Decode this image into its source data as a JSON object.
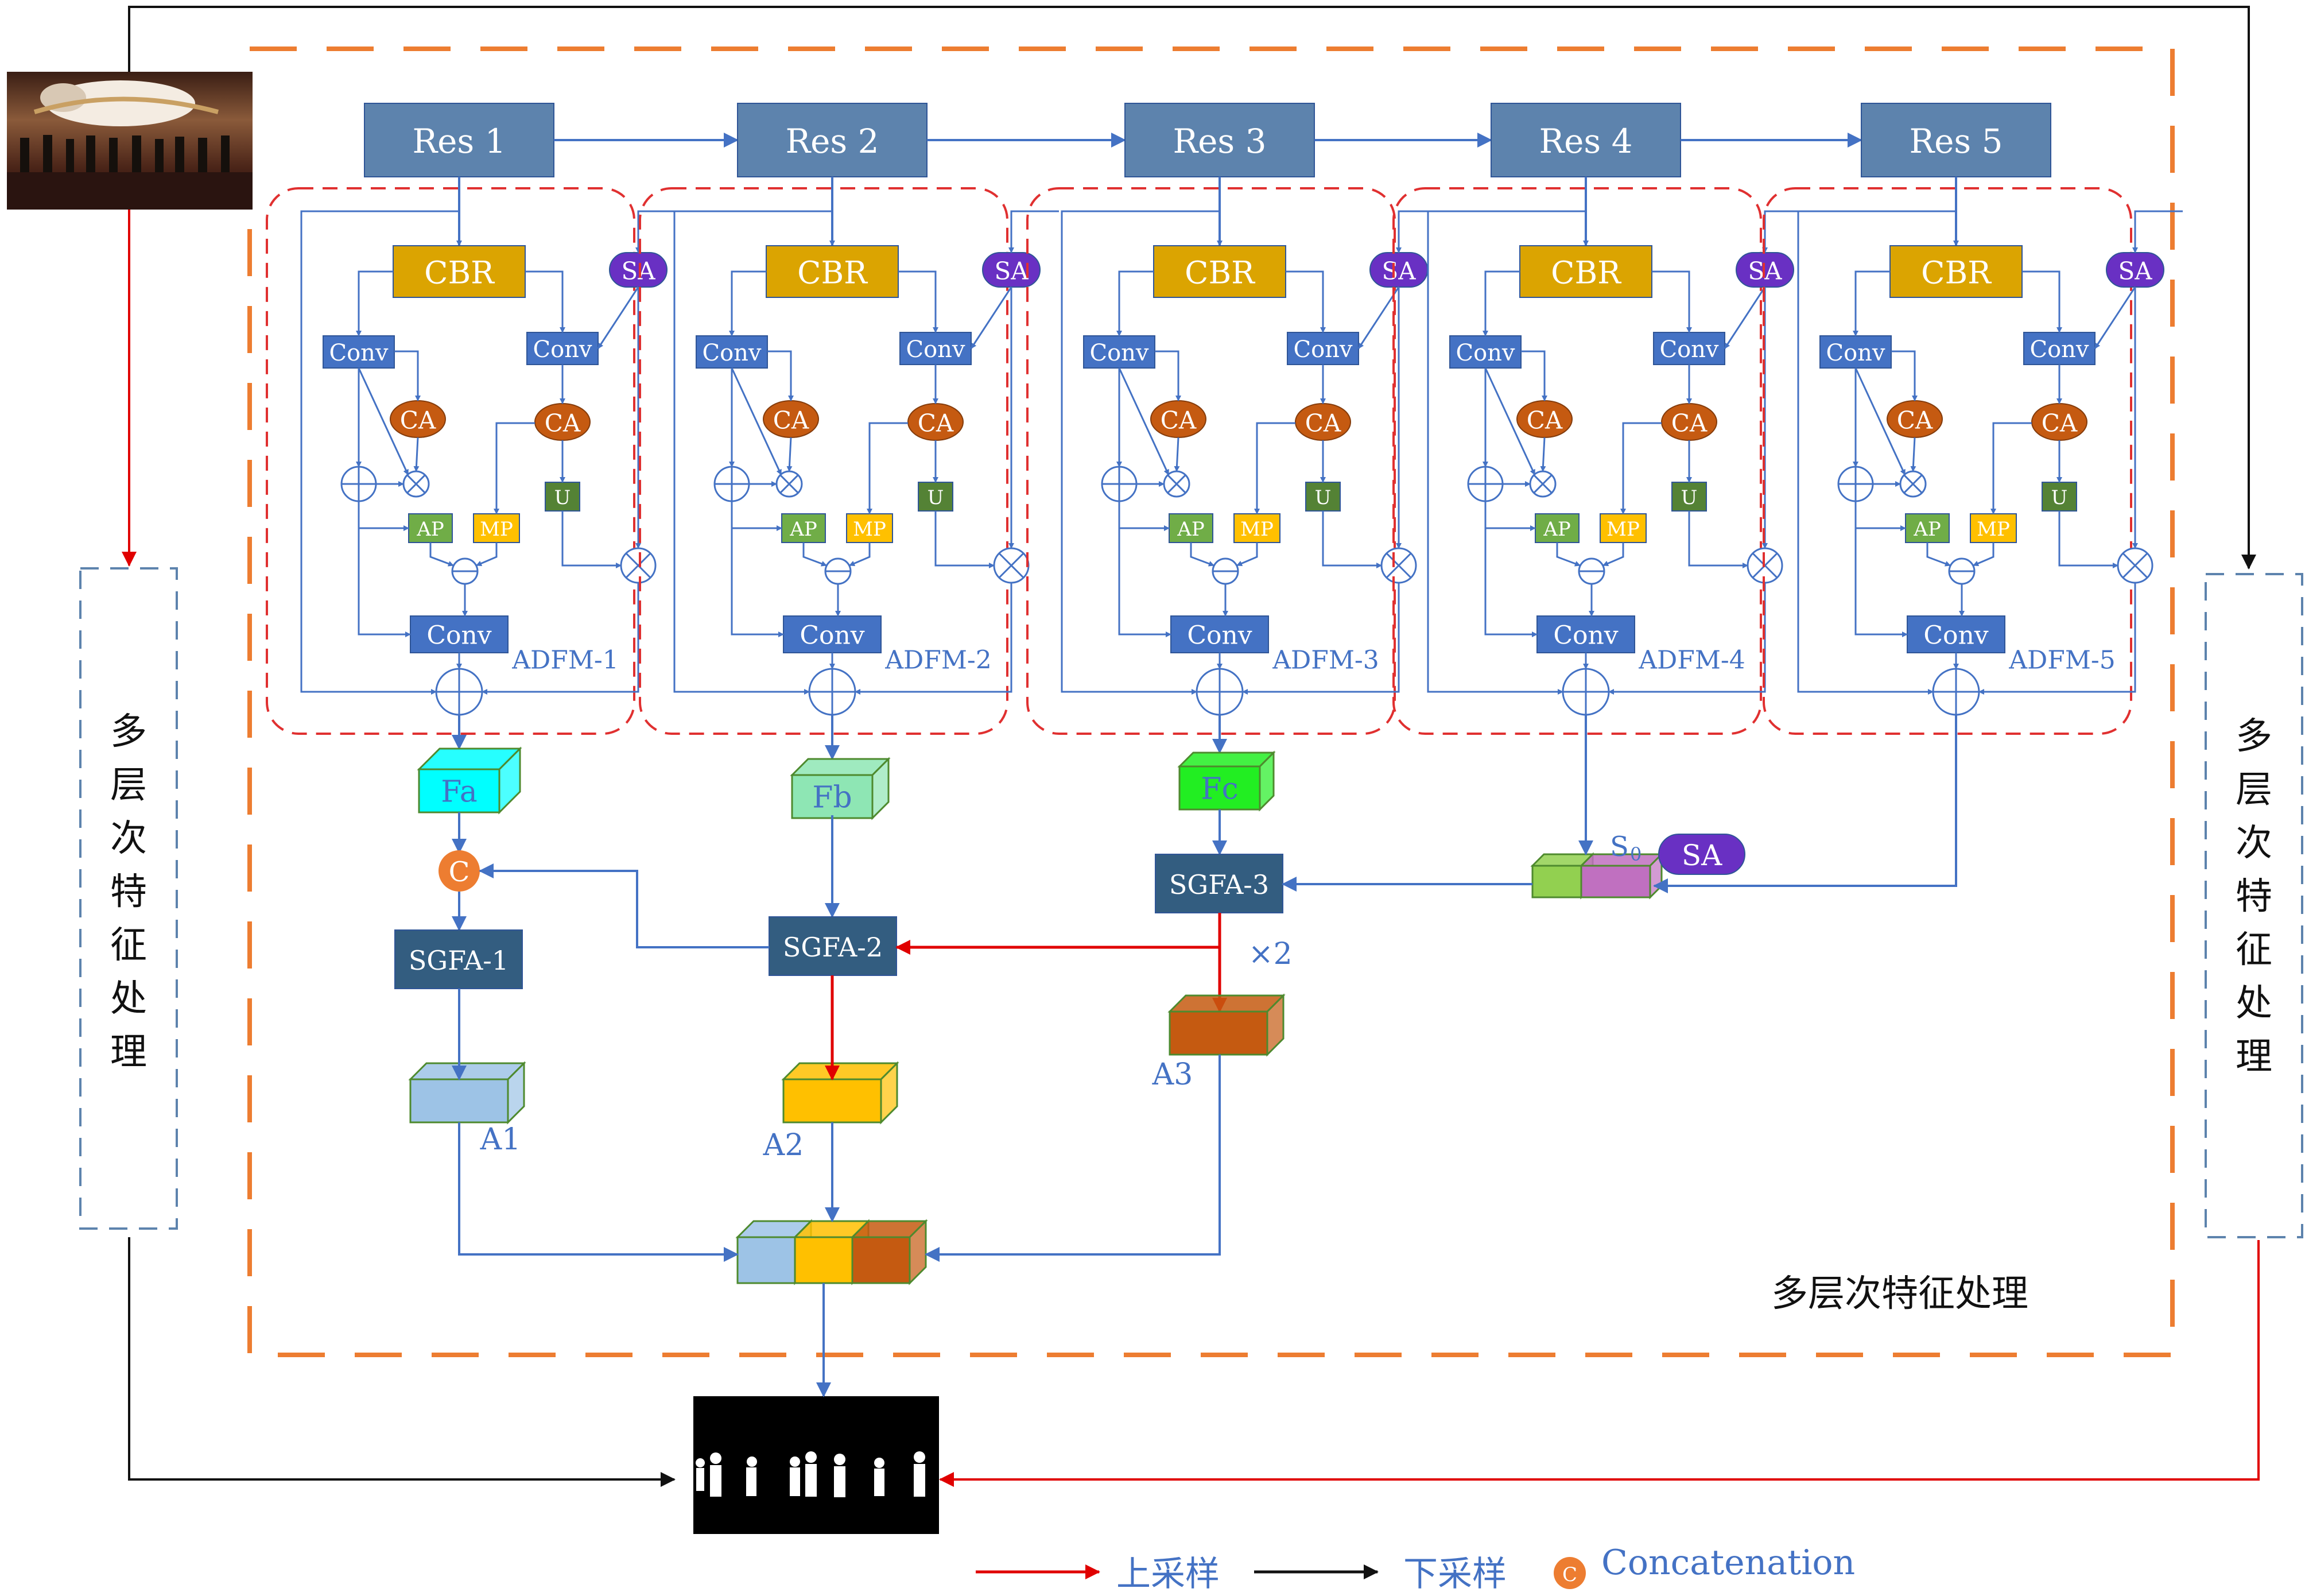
{
  "res_blocks": [
    "Res 1",
    "Res 2",
    "Res 3",
    "Res 4",
    "Res 5"
  ],
  "adfm_labels": [
    "ADFM-1",
    "ADFM-2",
    "ADFM-3",
    "ADFM-4",
    "ADFM-5"
  ],
  "module_text": {
    "cbr": "CBR",
    "sa": "SA",
    "conv": "Conv",
    "ca": "CA",
    "u": "U",
    "ap": "AP",
    "mp": "MP"
  },
  "feature_labels": [
    "Fa",
    "Fb",
    "Fc"
  ],
  "sgfa_labels": [
    "SGFA-1",
    "SGFA-2",
    "SGFA-3"
  ],
  "attention_labels": [
    "A1",
    "A2",
    "A3"
  ],
  "s0_label": "S",
  "s0_subscript": "0",
  "sa_badge": "SA",
  "scale_label": "×2",
  "concat_symbol": "C",
  "side_panel_text": "多层次特征处理",
  "side_panel_chars": [
    "多",
    "层",
    "次",
    "特",
    "征",
    "处",
    "理"
  ],
  "region_label": "多层次特征处理",
  "legend": {
    "upsample": "上采样",
    "downsample": "下采样",
    "concat_symbol": "C",
    "concat": "Concatenation"
  },
  "colors": {
    "res": "#5d83ad",
    "cbr": "#dba401",
    "sa": "#6930c3",
    "conv": "#4472c4",
    "ca": "#c55a11",
    "u": "#548235",
    "ap": "#70ad47",
    "mp": "#ffc000",
    "sgfa": "#335d80",
    "line": "#4472c4",
    "red": "#e00000",
    "orange_dash": "#ed7d31",
    "red_dash": "#e03030",
    "fa": "#00ffff",
    "fb": "#8ee6b4",
    "fc": "#22ee22",
    "a1": "#9dc3e6",
    "a2": "#ffc000",
    "a3": "#c55a11",
    "s0_left": "#92d050",
    "s0_right": "#c070c0"
  }
}
